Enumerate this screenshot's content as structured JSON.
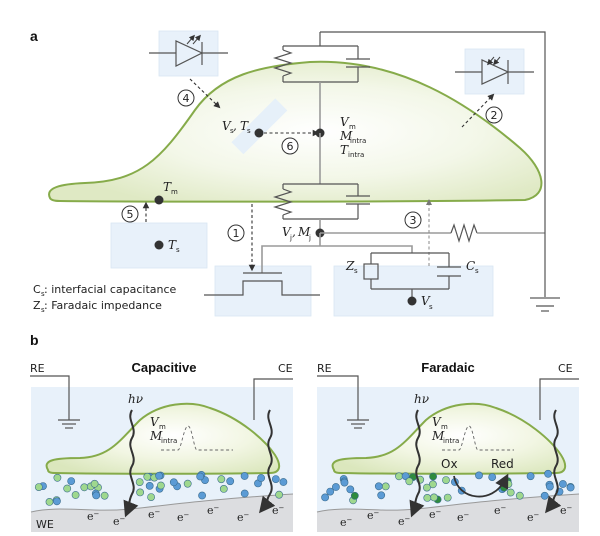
{
  "panel_a": {
    "label": "a",
    "markers": {
      "m1": "1",
      "m2": "2",
      "m3": "3",
      "m4": "4",
      "m5": "5",
      "m6": "6"
    },
    "labels": {
      "vs_ts": {
        "main1": "V",
        "sub1": "s",
        "sep": ", ",
        "main2": "T",
        "sub2": "s"
      },
      "vm": {
        "main": "V",
        "sub": "m"
      },
      "mintra": {
        "main": "M",
        "sub": "intra"
      },
      "tintra": {
        "main": "T",
        "sub": "intra"
      },
      "tm": {
        "main": "T",
        "sub": "m"
      },
      "ts": {
        "main": "T",
        "sub": "s"
      },
      "vj_mj": {
        "main1": "V",
        "sub1": "j",
        "sep": ", ",
        "main2": "M",
        "sub2": "j"
      },
      "zs": {
        "main": "Z",
        "sub": "s"
      },
      "cs": {
        "main": "C",
        "sub": "s"
      },
      "vs": {
        "main": "V",
        "sub": "s"
      }
    },
    "legend": [
      {
        "symbol": "C",
        "sub": "s",
        "text": ": interfacial capacitance"
      },
      {
        "symbol": "Z",
        "sub": "s",
        "text": ": Faradaic impedance"
      }
    ],
    "icons": [
      "led-emitter-icon",
      "photodiode-icon",
      "ground-icon",
      "resistor-icon",
      "capacitor-icon",
      "transistor-icon"
    ],
    "colors": {
      "cell_outline": "#86ab4a",
      "cell_fill": "#eef4de",
      "device_box": "#e8f1fa",
      "wire": "#555555"
    }
  },
  "panel_b": {
    "label": "b",
    "capacitive": {
      "title": "Capacitive",
      "re": "RE",
      "ce": "CE",
      "we": "WE",
      "hv": "hν",
      "vm": {
        "main": "V",
        "sub": "m"
      },
      "mintra": {
        "main": "M",
        "sub": "intra"
      },
      "electron": "e",
      "electron_sup": "−"
    },
    "faradaic": {
      "title": "Faradaic",
      "re": "RE",
      "ce": "CE",
      "hv": "hν",
      "vm": {
        "main": "V",
        "sub": "m"
      },
      "mintra": {
        "main": "M",
        "sub": "intra"
      },
      "ox": "Ox",
      "red": "Red",
      "electron": "e",
      "electron_sup": "−"
    },
    "colors": {
      "electrolyte": "#e8f1fa",
      "electrode": "#dcdde0",
      "ion_blue": "#5b9bd5",
      "ion_green": "#9fd88e",
      "ion_darkgreen": "#2e8b3e"
    }
  }
}
